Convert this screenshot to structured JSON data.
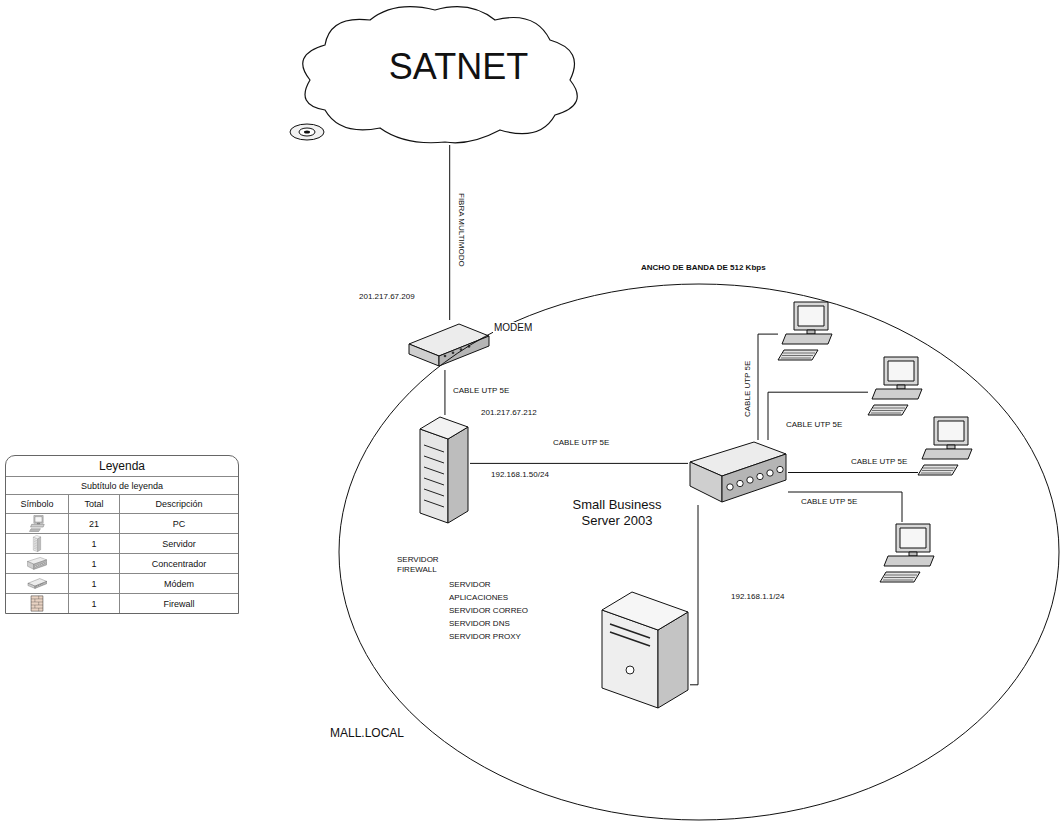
{
  "diagram": {
    "nodes": [
      {
        "text": [
          "SATNET"
        ]
      },
      {
        "text": [
          "MODEM"
        ]
      },
      {
        "text": [
          "MALL.LOCAL"
        ]
      },
      {
        "text": [
          "SERVIDOR FIREWALL"
        ],
        "in": 2
      },
      {
        "text": [],
        "in": 2
      },
      {
        "text": [],
        "in": 2
      },
      {
        "text": [],
        "in": 2
      },
      {
        "text": [],
        "in": 2
      },
      {
        "text": [],
        "in": 2
      },
      {
        "text": [
          "SERVIDOR APLICACIONES SERVIDOR CORREO SERVIDOR DNS SERVIDOR PROXY"
        ],
        "in": 2
      }
    ],
    "edges": [
      {
        "from": 0,
        "to": 1,
        "arrow": "none",
        "label": "FIBRA MULTIMODO"
      },
      {
        "from": 1,
        "to": 3,
        "arrow": "none",
        "label": "CABLE UTP 5E"
      },
      {
        "from": 3,
        "to": 4,
        "arrow": "none",
        "label": "CABLE UTP 5E"
      },
      {
        "from": 4,
        "to": 5,
        "arrow": "none",
        "label": "CABLE UTP 5E"
      },
      {
        "from": 4,
        "to": 6,
        "arrow": "none",
        "label": "CABLE UTP 5E"
      },
      {
        "from": 4,
        "to": 7,
        "arrow": "none",
        "label": "CABLE UTP 5E"
      },
      {
        "from": 4,
        "to": 8,
        "arrow": "none",
        "label": "CABLE UTP 5E"
      },
      {
        "from": 4,
        "to": 9,
        "arrow": "none"
      }
    ],
    "labels": [
      "201.217.67.209",
      "ANCHO DE BANDA DE 512 Kbps",
      "201.217.67.212",
      "192.168.1.50/24",
      "Small Business Server 2003",
      "192.168.1.1/24",
      "Leyenda",
      "Subtítulo de leyenda",
      "Símbolo",
      "Total",
      "Descripción",
      "21",
      "1",
      "1",
      "1",
      "1"
    ],
    "legend": [
      {
        "text": "PC"
      },
      {
        "text": "Servidor"
      },
      {
        "text": "Concentrador"
      },
      {
        "text": "Módem"
      },
      {
        "text": "Firewall"
      }
    ]
  }
}
